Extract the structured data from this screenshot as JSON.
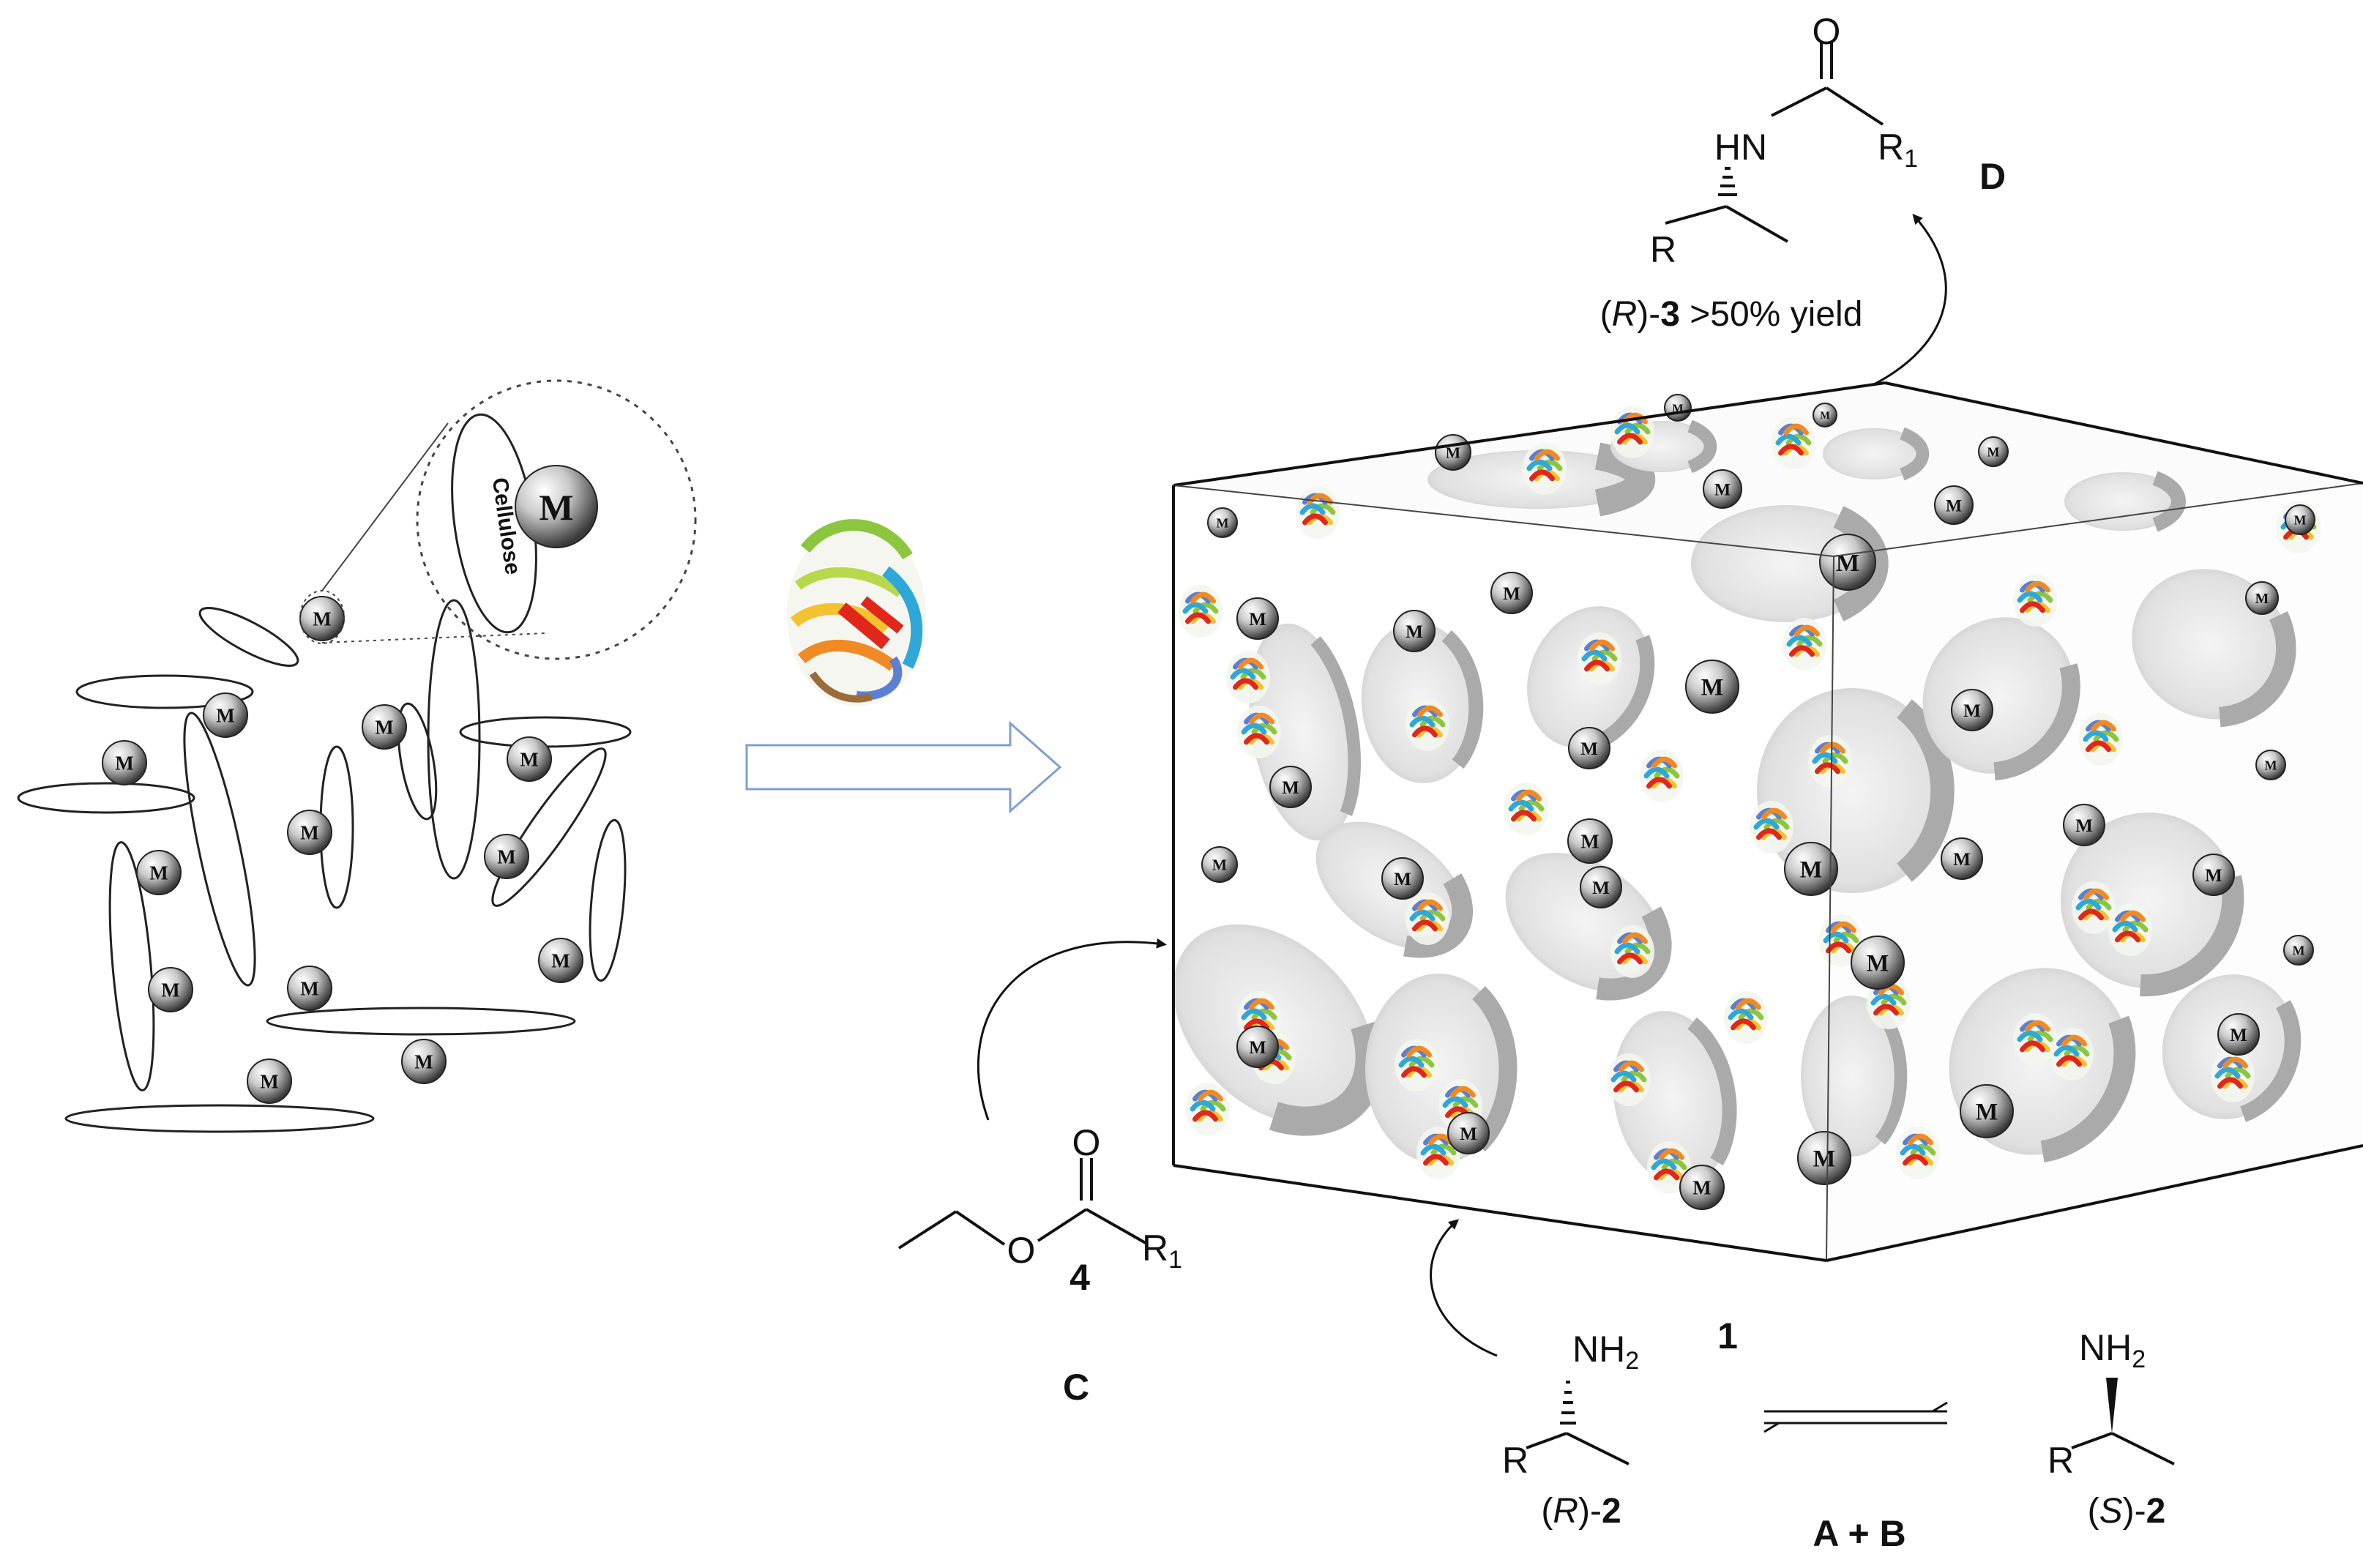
{
  "metal_label": "M",
  "cellulose_label": "Cellulose",
  "product": {
    "hn": "HN",
    "o": "O",
    "r1": "R",
    "r1_sub": "1",
    "r": "R",
    "caption_pre": "(",
    "caption_italic": "R",
    "caption_mid": ")-",
    "caption_bold": "3",
    "caption_post": " >50% yield",
    "tag": "D"
  },
  "ester": {
    "o_carbonyl": "O",
    "o_ether": "O",
    "r1": "R",
    "r1_sub": "1",
    "number": "4",
    "tag": "C"
  },
  "catalyst_number": "1",
  "amine_r": {
    "nh": "NH",
    "nh_sub": "2",
    "r": "R",
    "caption_pre": "(",
    "caption_italic": "R",
    "caption_mid": ")-",
    "caption_bold": "2"
  },
  "amine_s": {
    "nh": "NH",
    "nh_sub": "2",
    "r": "R",
    "caption_pre": "(",
    "caption_italic": "S",
    "caption_mid": ")-",
    "caption_bold": "2"
  },
  "equilibrium_tag": "A + B",
  "colors": {
    "ink": "#111111",
    "arrow_outline": "#7f9fd0",
    "pore": "#cfcfcf",
    "pore_dark": "#a9a9a9"
  }
}
